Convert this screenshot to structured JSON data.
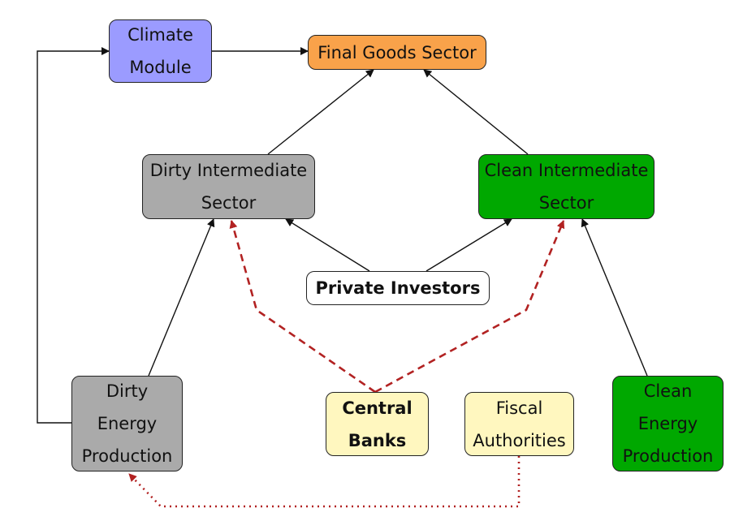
{
  "nodes": {
    "climate": {
      "label": "Climate\nModule",
      "color": "#9b9bff"
    },
    "final_goods": {
      "label": "Final Goods Sector",
      "color": "#f9a24a"
    },
    "dirty_intermediate": {
      "label": "Dirty Intermediate\nSector",
      "color": "#aaaaaa"
    },
    "clean_intermediate": {
      "label": "Clean Intermediate\nSector",
      "color": "#00a800"
    },
    "private_investors": {
      "label": "Private Investors",
      "color": "#ffffff"
    },
    "dirty_energy": {
      "label": "Dirty\nEnergy\nProduction",
      "color": "#aaaaaa"
    },
    "central_banks": {
      "label": "Central\nBanks",
      "color": "#fff7bf"
    },
    "fiscal": {
      "label": "Fiscal\nAuthorities",
      "color": "#fff7bf"
    },
    "clean_energy": {
      "label": "Clean\nEnergy\nProduction",
      "color": "#00a800"
    }
  },
  "colors": {
    "edge": "#111111",
    "policy_edge": "#b22222"
  }
}
